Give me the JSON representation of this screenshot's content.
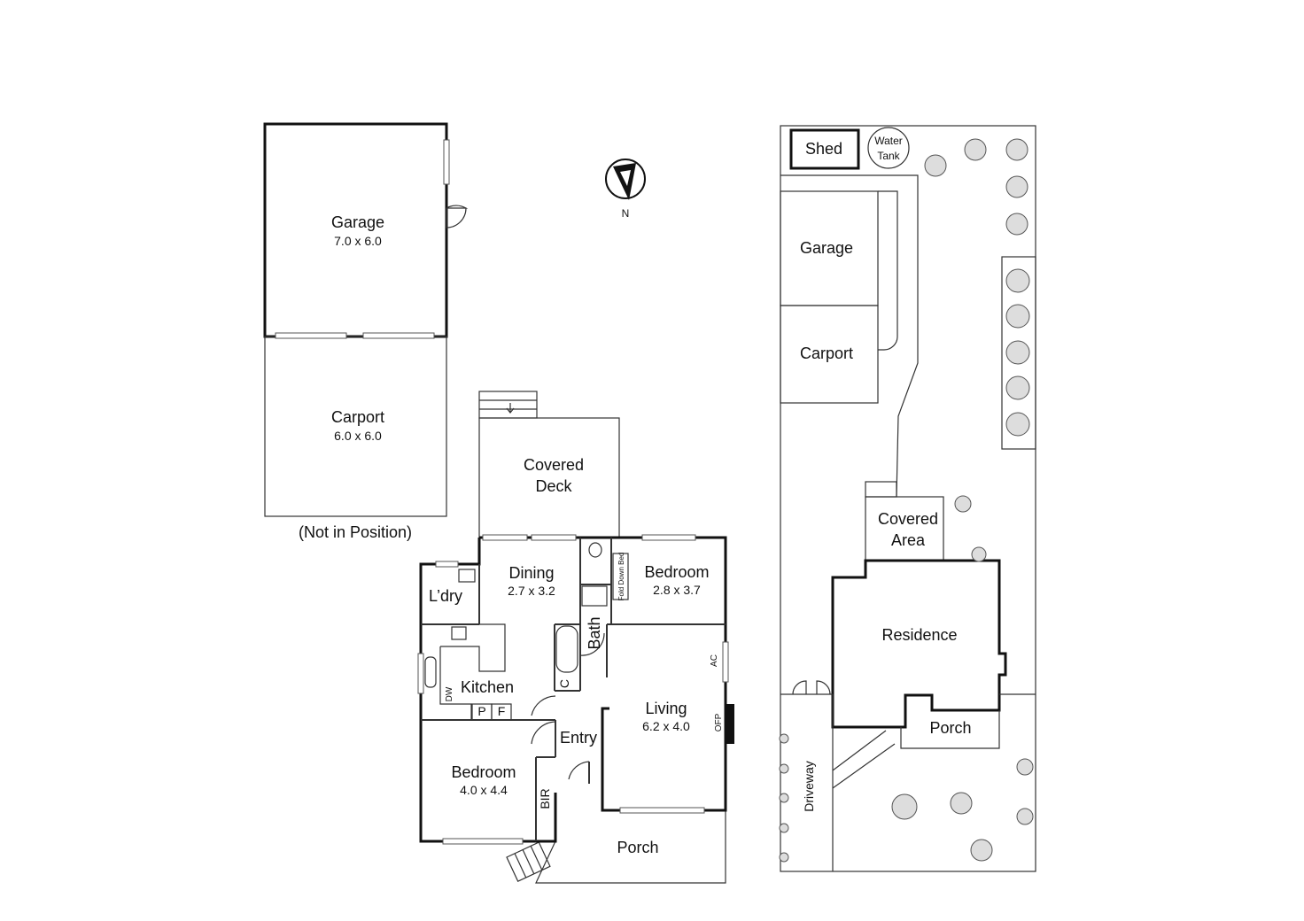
{
  "garage_plan": {
    "garage": {
      "name": "Garage",
      "dims": "7.0 x 6.0"
    },
    "carport": {
      "name": "Carport",
      "dims": "6.0 x 6.0"
    },
    "note": "(Not in Position)"
  },
  "compass": {
    "label": "N"
  },
  "house": {
    "covered_deck": [
      "Covered",
      "Deck"
    ],
    "dining": {
      "name": "Dining",
      "dims": "2.7 x 3.2"
    },
    "bedroom2": {
      "name": "Bedroom",
      "dims": "2.8 x 3.7"
    },
    "fold_down_bed": "Fold Down Bed",
    "laundry": "L’dry",
    "bath": "Bath",
    "kitchen": "Kitchen",
    "pantry": "P",
    "fridge": "F",
    "dishwasher": "DW",
    "cupboard": "C",
    "entry": "Entry",
    "living": {
      "name": "Living",
      "dims": "6.2 x 4.0"
    },
    "ac": "AC",
    "ofp": "OFP",
    "bedroom1": {
      "name": "Bedroom",
      "dims": "4.0 x 4.4"
    },
    "bir": "BIR",
    "porch": "Porch"
  },
  "site": {
    "shed": "Shed",
    "water_tank": [
      "Water",
      "Tank"
    ],
    "garage": "Garage",
    "carport": "Carport",
    "covered_area": [
      "Covered",
      "Area"
    ],
    "residence": "Residence",
    "porch": "Porch",
    "driveway": "Driveway"
  }
}
